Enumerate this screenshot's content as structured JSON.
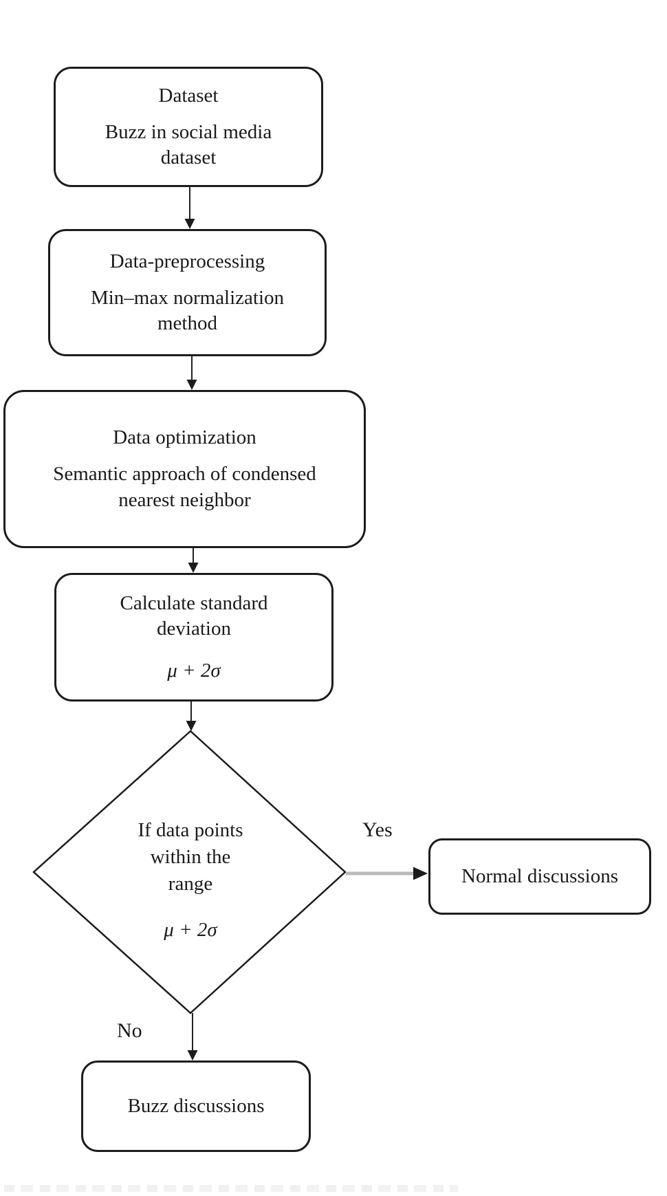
{
  "nodes": {
    "dataset": {
      "title": "Dataset",
      "subtitle": "Buzz in social media dataset"
    },
    "preprocessing": {
      "title": "Data-preprocessing",
      "subtitle": "Min–max normalization method"
    },
    "optimization": {
      "title": "Data optimization",
      "subtitle": "Semantic approach of condensed nearest neighbor"
    },
    "stddev": {
      "title": "Calculate standard deviation",
      "formula": "μ + 2σ"
    },
    "decision": {
      "line1": "If data points",
      "line2": "within the",
      "line3": "range",
      "formula": "μ + 2σ"
    },
    "normal": {
      "label": "Normal discussions"
    },
    "buzz": {
      "label": "Buzz discussions"
    }
  },
  "edges": {
    "yes_label": "Yes",
    "no_label": "No"
  },
  "colors": {
    "stroke": "#1c1c1c",
    "text": "#1a1a1a",
    "yes_arrow_shaft": "#b9b9b9",
    "background": "#ffffff"
  }
}
